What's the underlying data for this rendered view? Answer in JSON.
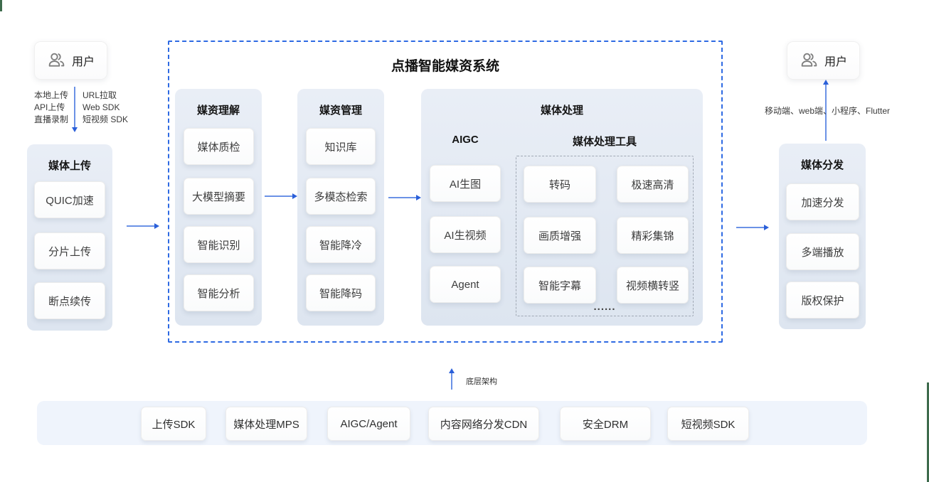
{
  "diagram": {
    "title": "点播智能媒资系统",
    "user_left": {
      "label": "用户"
    },
    "user_right": {
      "label": "用户"
    },
    "upload_channels_left": "本地上传\nAPI上传\n直播录制",
    "upload_channels_right": "URL拉取\nWeb SDK\n短视频 SDK",
    "distribution_note": "移动端、web端、小程序、Flutter",
    "media_upload": {
      "title": "媒体上传",
      "items": [
        "QUIC加速",
        "分片上传",
        "断点续传"
      ]
    },
    "media_understanding": {
      "title": "媒资理解",
      "items": [
        "媒体质检",
        "大模型摘要",
        "智能识别",
        "智能分析"
      ]
    },
    "media_management": {
      "title": "媒资管理",
      "items": [
        "知识库",
        "多模态检索",
        "智能降冷",
        "智能降码"
      ]
    },
    "media_processing": {
      "title": "媒体处理",
      "aigc": {
        "title": "AIGC",
        "items": [
          "AI生图",
          "AI生视频",
          "Agent"
        ]
      },
      "tools": {
        "title": "媒体处理工具",
        "items": [
          "转码",
          "极速高清",
          "画质增强",
          "精彩集锦",
          "智能字幕",
          "视频横转竖"
        ],
        "more": "......"
      }
    },
    "media_distribution": {
      "title": "媒体分发",
      "items": [
        "加速分发",
        "多端播放",
        "版权保护"
      ]
    },
    "base_arch_label": "底层架构",
    "infrastructure": {
      "items": [
        "上传SDK",
        "媒体处理MPS",
        "AIGC/Agent",
        "内容网络分发CDN",
        "安全DRM",
        "短视频SDK"
      ]
    },
    "colors": {
      "accent_blue": "#2e6ae3",
      "arrow_blue": "#6b92e6",
      "panel_bg": "#e2e9f3",
      "infra_bar_bg": "#eff4fc",
      "green_accent": "#3e6b4c"
    }
  }
}
